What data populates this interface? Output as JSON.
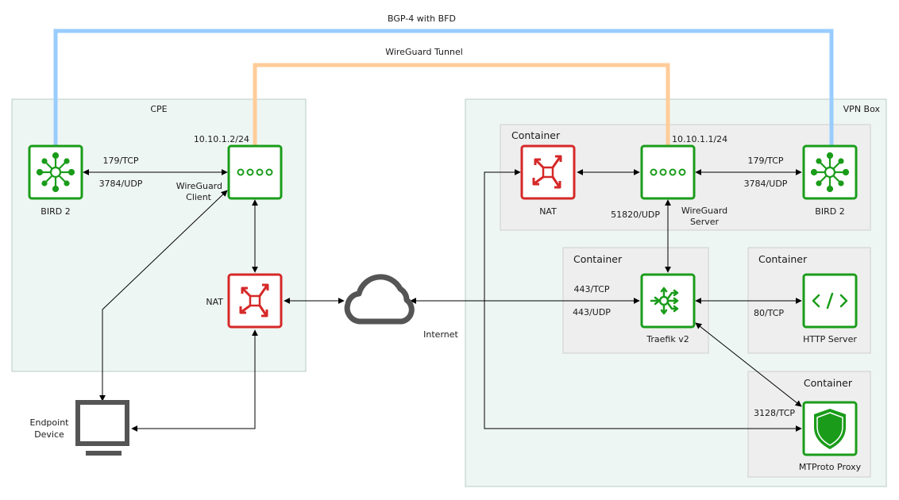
{
  "tunnels": {
    "bgp": {
      "label": "BGP-4 with BFD",
      "color": "#99ccff"
    },
    "wireguard": {
      "label": "WireGuard Tunnel",
      "color": "#ffcc99"
    }
  },
  "zones": {
    "cpe": {
      "label": "CPE"
    },
    "vpn_box": {
      "label": "VPN Box"
    }
  },
  "containers": {
    "top": {
      "label": "Container"
    },
    "traefik": {
      "label": "Container"
    },
    "http": {
      "label": "Container"
    },
    "proxy": {
      "label": "Container"
    }
  },
  "nodes": {
    "bird_cpe": {
      "label": "BIRD 2",
      "icon": "hub-icon",
      "color": "#1a9c1a"
    },
    "wg_client": {
      "label_line1": "WireGuard",
      "label_line2": "Client",
      "address": "10.10.1.2/24",
      "icon": "tunnel-rings-icon",
      "color": "#1a9c1a"
    },
    "nat_cpe": {
      "label": "NAT",
      "icon": "nat-arrows-icon",
      "color": "#d62828"
    },
    "internet": {
      "label": "Internet",
      "icon": "cloud-icon",
      "color": "#555555"
    },
    "endpoint": {
      "label_line1": "Endpoint",
      "label_line2": "Device",
      "icon": "monitor-icon",
      "color": "#555555"
    },
    "nat_vpn": {
      "label": "NAT",
      "icon": "nat-arrows-icon",
      "color": "#d62828"
    },
    "wg_server": {
      "label_line1": "WireGuard",
      "label_line2": "Server",
      "address": "10.10.1.1/24",
      "icon": "tunnel-rings-icon",
      "color": "#1a9c1a"
    },
    "bird_vpn": {
      "label": "BIRD 2",
      "icon": "hub-icon",
      "color": "#1a9c1a"
    },
    "traefik": {
      "label": "Traefik v2",
      "icon": "router-fork-icon",
      "color": "#1a9c1a"
    },
    "http_server": {
      "label": "HTTP Server",
      "icon": "code-brackets-icon",
      "color": "#1a9c1a"
    },
    "mtproto": {
      "label": "MTProto Proxy",
      "icon": "shield-icon",
      "color": "#1a9c1a"
    }
  },
  "edges": {
    "cpe_bgp_line1": "179/TCP",
    "cpe_bgp_line2": "3784/UDP",
    "vpn_bgp_line1": "179/TCP",
    "vpn_bgp_line2": "3784/UDP",
    "wg_port": "51820/UDP",
    "traefik_in_line1": "443/TCP",
    "traefik_in_line2": "443/UDP",
    "http_port": "80/TCP",
    "proxy_port": "3128/TCP"
  }
}
